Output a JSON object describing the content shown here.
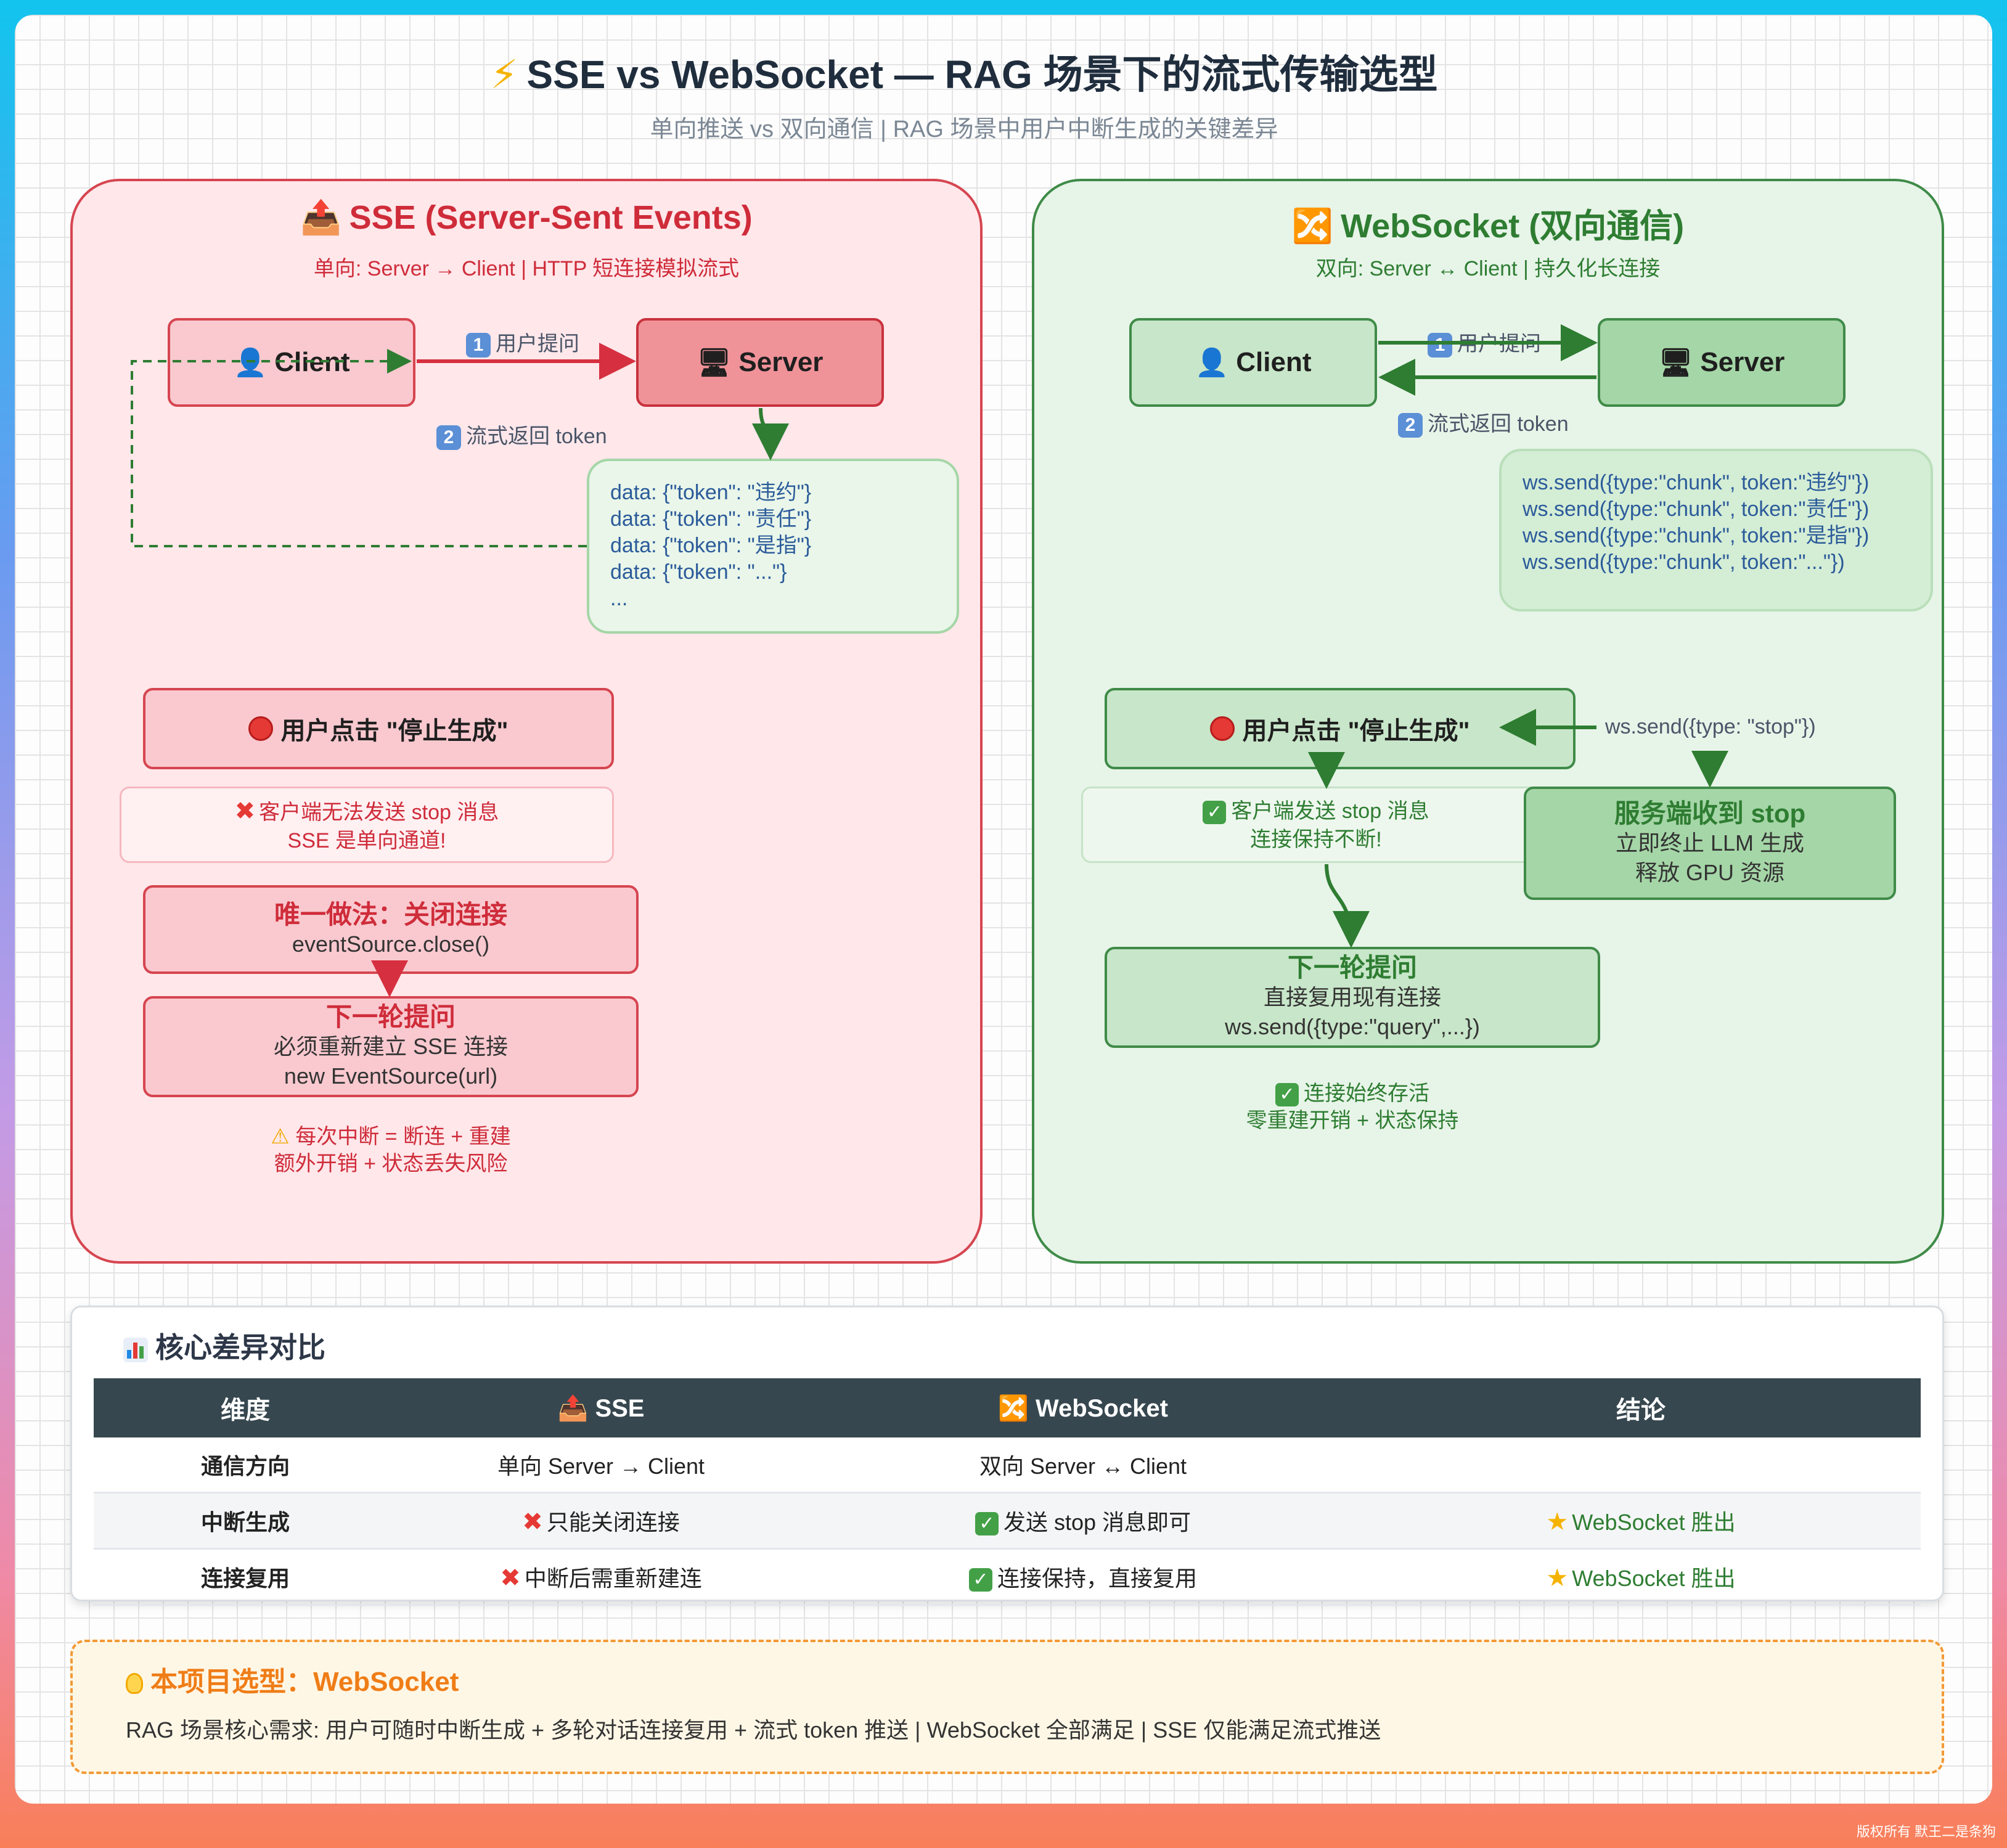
{
  "header": {
    "title": "SSE vs WebSocket — RAG 场景下的流式传输选型",
    "subtitle": "单向推送 vs 双向通信 | RAG 场景中用户中断生成的关键差异"
  },
  "sse": {
    "title": "SSE (Server-Sent Events)",
    "subtitle": "单向: Server → Client | HTTP 短连接模拟流式",
    "client": "Client",
    "server": "Server",
    "step1": "用户提问",
    "step2": "流式返回 token",
    "code": [
      "data: {\"token\": \"违约\"}",
      "data: {\"token\": \"责任\"}",
      "data: {\"token\": \"是指\"}",
      "data: {\"token\": \"...\"}",
      "..."
    ],
    "stop": "用户点击 \"停止生成\"",
    "fail_line1": "客户端无法发送 stop 消息",
    "fail_line2": "SSE 是单向通道!",
    "only_title": "唯一做法：关闭连接",
    "only_code": "eventSource.close()",
    "next_title": "下一轮提问",
    "next_line1": "必须重新建立 SSE 连接",
    "next_line2": "new EventSource(url)",
    "warn_line1": "每次中断 = 断连 + 重建",
    "warn_line2": "额外开销 + 状态丢失风险"
  },
  "ws": {
    "title": "WebSocket (双向通信)",
    "subtitle": "双向: Server ↔ Client | 持久化长连接",
    "client": "Client",
    "server": "Server",
    "step1": "用户提问",
    "step2": "流式返回 token",
    "code": [
      "ws.send({type:\"chunk\", token:\"违约\"})",
      "ws.send({type:\"chunk\", token:\"责任\"})",
      "ws.send({type:\"chunk\", token:\"是指\"})",
      "ws.send({type:\"chunk\", token:\"...\"})"
    ],
    "stop": "用户点击 \"停止生成\"",
    "stop_msg": "ws.send({type: \"stop\"})",
    "ok_line1": "客户端发送 stop 消息",
    "ok_line2": "连接保持不断!",
    "srv_title": "服务端收到 stop",
    "srv_line1": "立即终止 LLM 生成",
    "srv_line2": "释放 GPU 资源",
    "next_title": "下一轮提问",
    "next_line1": "直接复用现有连接",
    "next_line2": "ws.send({type:\"query\",...})",
    "alive_line1": "连接始终存活",
    "alive_line2": "零重建开销 + 状态保持"
  },
  "table": {
    "title": "核心差异对比",
    "headers": [
      "维度",
      "SSE",
      "WebSocket",
      "结论"
    ],
    "rows": [
      {
        "dim": "通信方向",
        "sse": "单向 Server → Client",
        "ws": "双向 Server ↔ Client",
        "verdict": ""
      },
      {
        "dim": "中断生成",
        "sse": "只能关闭连接",
        "ws": "发送 stop 消息即可",
        "verdict": "WebSocket 胜出"
      },
      {
        "dim": "连接复用",
        "sse": "中断后需重新建连",
        "ws": "连接保持，直接复用",
        "verdict": "WebSocket 胜出"
      }
    ]
  },
  "pick": {
    "label": "本项目选型：",
    "value": "WebSocket",
    "desc": "RAG 场景核心需求: 用户可随时中断生成 + 多轮对话连接复用 + 流式 token 推送 | WebSocket 全部满足 | SSE 仅能满足流式推送"
  },
  "footer": "版权所有 默王二是条狗",
  "colors": {
    "sse_accent": "#cf2c3a",
    "ws_accent": "#2e7d32",
    "table_header": "#37474f",
    "pick_accent": "#ef7d17"
  }
}
